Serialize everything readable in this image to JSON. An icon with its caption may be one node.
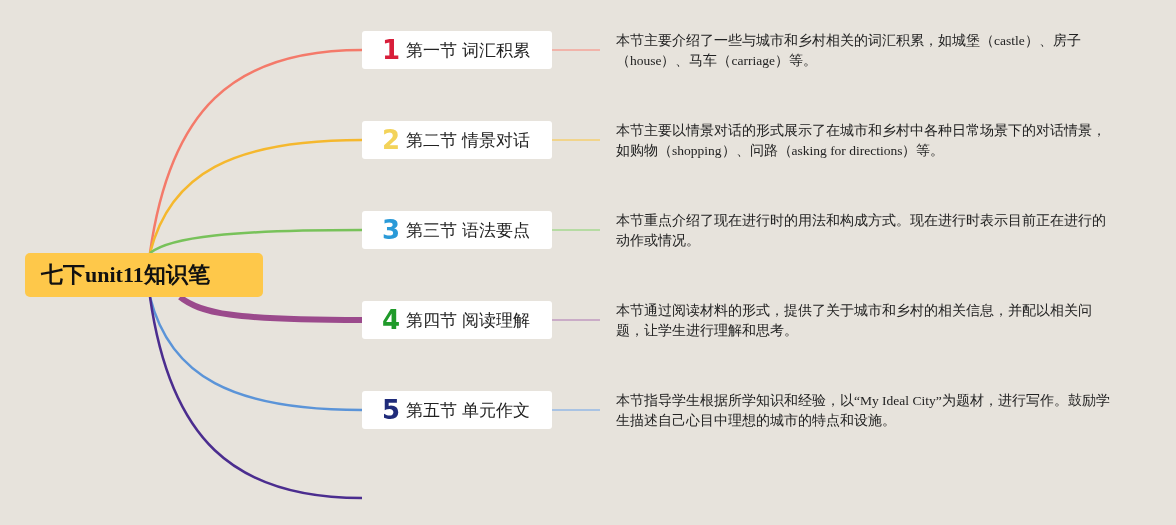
{
  "diagram": {
    "nodes": [
      {
        "text": [
          "七下unit11知识笔"
        ]
      },
      {
        "text": [
          "1",
          "第一节 词汇积累"
        ]
      },
      {
        "text": [
          "2",
          "第二节 情景对话"
        ]
      },
      {
        "text": [
          "3",
          "第三节 语法要点"
        ]
      },
      {
        "text": [
          "4",
          "第四节 阅读理解"
        ]
      },
      {
        "text": [
          "5",
          "第五节 单元作文"
        ]
      },
      {
        "text": [
          "本节主要介绍了一些与城市和乡村相关的词汇积累，如城堡（castle）、房子（house）、马车（carriage）等。"
        ]
      },
      {
        "text": [
          "本节主要以情景对话的形式展示了在城市和乡村中各种日常场景下的对话情景，如购物（shopping）、问路（asking for directions）等。"
        ]
      },
      {
        "text": [
          "本节重点介绍了现在进行时的用法和构成方式。现在进行时表示目前正在进行的动作或情况。"
        ]
      },
      {
        "text": [
          "本节通过阅读材料的形式，提供了关于城市和乡村的相关信息，并配以相关问题，让学生进行理解和思考。"
        ]
      },
      {
        "text": [
          "本节指导学生根据所学知识和经验，以“My Ideal City”为题材，进行写作。鼓励学生描述自己心目中理想的城市的特点和设施。"
        ]
      }
    ],
    "edges": [
      {
        "from": 0,
        "to": 1,
        "arrow": "none",
        "color": "#f47a6a"
      },
      {
        "from": 0,
        "to": 2,
        "arrow": "none",
        "color": "#f5b82e"
      },
      {
        "from": 0,
        "to": 3,
        "arrow": "none",
        "color": "#78c25a"
      },
      {
        "from": 0,
        "to": 4,
        "arrow": "none",
        "style": "thick",
        "color": "#9b4a8c"
      },
      {
        "from": 0,
        "to": 5,
        "arrow": "none",
        "color": "#5b94d8"
      },
      {
        "from": 0,
        "to": null,
        "arrow": "none",
        "color": "#4b2d8f"
      },
      {
        "from": 1,
        "to": 6,
        "arrow": "none",
        "color": "#f4a59a"
      },
      {
        "from": 2,
        "to": 7,
        "arrow": "none",
        "color": "#f5cf70"
      },
      {
        "from": 3,
        "to": 8,
        "arrow": "none",
        "color": "#a6d890"
      },
      {
        "from": 4,
        "to": 9,
        "arrow": "none",
        "color": "#c09ac0"
      },
      {
        "from": 5,
        "to": 10,
        "arrow": "none",
        "color": "#94b8e6"
      }
    ]
  }
}
